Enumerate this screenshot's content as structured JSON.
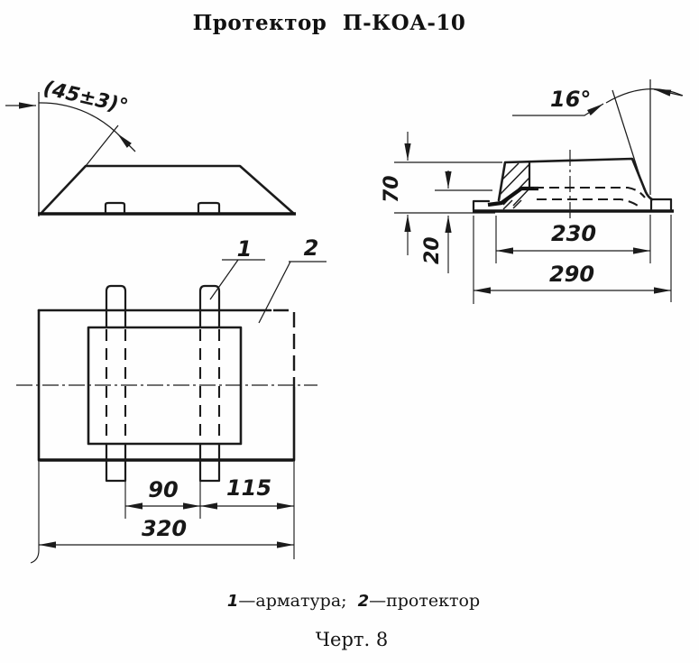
{
  "title": "Протектор П-КОА-10",
  "front_view": {
    "angle": "(45±3)°"
  },
  "section_view": {
    "angle": "16°",
    "dim_70": "70",
    "dim_20": "20",
    "dim_230": "230",
    "dim_290": "290"
  },
  "plan_view": {
    "callout_1": "1",
    "callout_2": "2",
    "dim_90": "90",
    "dim_115": "115",
    "dim_320": "320"
  },
  "caption": {
    "item1_num": "1",
    "item1_text": "—арматура;",
    "item2_num": "2",
    "item2_text": "—протектор"
  },
  "figure_label": "Черт. 8",
  "colors": {
    "ink": "#1b1b1b",
    "paper": "#fefefe"
  }
}
